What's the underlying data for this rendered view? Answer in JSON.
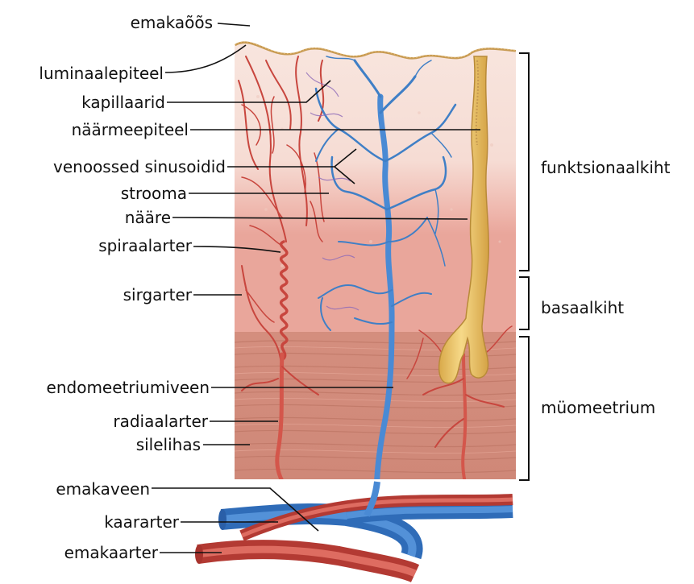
{
  "labels": {
    "emakaoos": "emakaõõs",
    "luminaalepiteel": "luminaalepiteel",
    "kapillaarid": "kapillaarid",
    "naarmeepiteel": "näärmeepiteel",
    "venoossed": "venoossed sinusoidid",
    "strooma": "strooma",
    "naare": "nääre",
    "spiraalarter": "spiraalarter",
    "sirgarter": "sirgarter",
    "endomeetriumiveen": "endomeetriumiveen",
    "radiaalarter": "radiaalarter",
    "silelihas": "silelihas",
    "emakaveen": "emakaveen",
    "kaararter": "kaararter",
    "emakaarter": "emakaarter",
    "funktsionaalkiht": "funktsionaalkiht",
    "basaalkiht": "basaalkiht",
    "myomeetrium": "müomeetrium"
  },
  "colors": {
    "artery": "#c8463e",
    "vein": "#3f7fc6",
    "gland": "#e8c36a",
    "epithelium": "#c79a52",
    "stroma": "#f6dcd3",
    "muscle": "#d79585"
  }
}
